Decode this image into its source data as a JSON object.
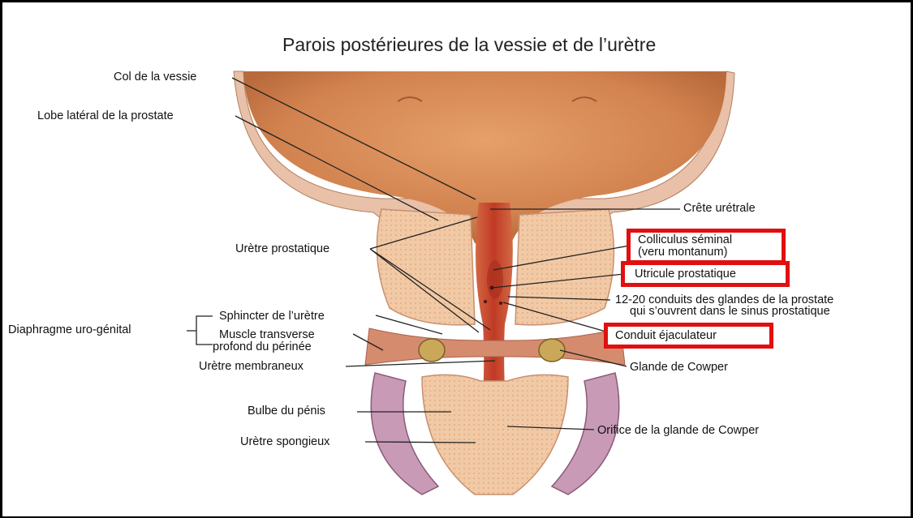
{
  "title": "Parois postérieures de la vessie et de l’urètre",
  "labels": {
    "col_vessie": "Col de la vessie",
    "lobe_lateral": "Lobe latéral de la prostate",
    "uretre_prostatique": "Urètre prostatique",
    "diaphragme": "Diaphragme uro-génital",
    "sphincter": "Sphincter de l’urètre",
    "muscle_transverse_1": "Muscle transverse",
    "muscle_transverse_2": "profond du périnée",
    "uretre_membraneux": "Urètre membraneux",
    "bulbe_penis": "Bulbe du pénis",
    "uretre_spongieux": "Urètre spongieux",
    "crete_uretrale": "Crête urétrale",
    "colliculus_1": "Colliculus séminal",
    "colliculus_2": "(veru montanum)",
    "utricule": "Utricule prostatique",
    "conduits_1": "12-20 conduits des glandes de la prostate",
    "conduits_2": "qui s’ouvrent dans le sinus prostatique",
    "conduit_ejac": "Conduit éjaculateur",
    "glande_cowper": "Glande de Cowper",
    "orifice_cowper": "Orifice de la glande de Cowper"
  },
  "colors": {
    "highlight": "#e01010",
    "bladder": "#d2834f",
    "urethra": "#c8452c",
    "prostate": "#f1c9a5"
  }
}
